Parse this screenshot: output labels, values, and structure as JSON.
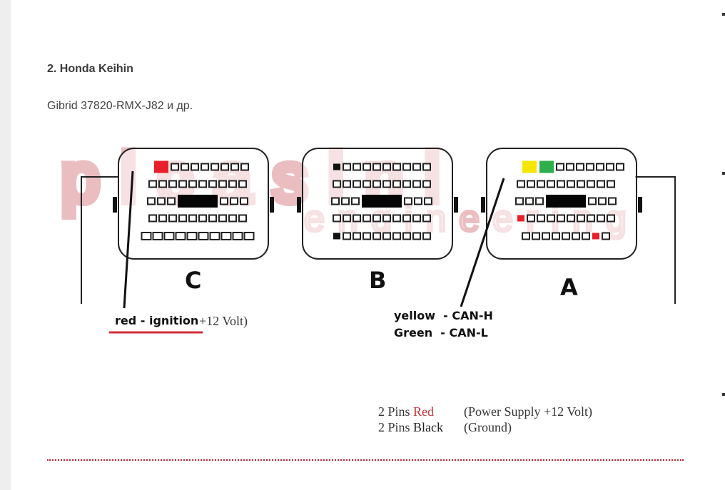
{
  "article": {
    "heading": "2. Honda Keihin",
    "subtitle": "Gibrid 37820-RMX-J82 и др."
  },
  "diagram": {
    "watermark": {
      "main": "picasini",
      "sub": "engineering",
      "color": "#e3a9ad"
    },
    "connectors": [
      {
        "id": "C",
        "label": "C",
        "rows": [
          {
            "pins": 9,
            "highlights": {
              "0": "red"
            }
          },
          {
            "pins": 10,
            "highlights": {}
          },
          {
            "pins": 6,
            "block_after": 3,
            "highlights": {}
          },
          {
            "pins": 10,
            "highlights": {}
          },
          {
            "pins": 10,
            "large": true,
            "highlights": {}
          }
        ]
      },
      {
        "id": "B",
        "label": "B",
        "rows": [
          {
            "pins": 10,
            "highlights": {
              "0": "black"
            }
          },
          {
            "pins": 10,
            "highlights": {}
          },
          {
            "pins": 6,
            "block_after": 3,
            "highlights": {}
          },
          {
            "pins": 10,
            "highlights": {}
          },
          {
            "pins": 10,
            "highlights": {
              "0": "black"
            }
          }
        ]
      },
      {
        "id": "A",
        "label": "A",
        "rows": [
          {
            "pins": 9,
            "highlights": {
              "0": "yellow",
              "1": "green"
            }
          },
          {
            "pins": 10,
            "highlights": {}
          },
          {
            "pins": 6,
            "block_after": 3,
            "highlights": {}
          },
          {
            "pins": 10,
            "highlights": {
              "0": "red"
            }
          },
          {
            "pins": 9,
            "highlights": {
              "7": "red"
            }
          }
        ]
      }
    ],
    "pin_colors": {
      "red": "#e8202a",
      "black": "#111111",
      "yellow": "#f5e600",
      "green": "#2db04b"
    },
    "callouts": {
      "ignition": {
        "label": "red - ignition",
        "suffix": "+12 Volt)",
        "underline_color": "#d32f3a"
      },
      "can_h": "yellow  - CAN-H",
      "can_l": "Green  - CAN-L"
    },
    "legend": [
      {
        "prefix": "2 Pins",
        "color_word": "Red",
        "color_hex": "#c0323a",
        "desc": "(Power Supply +12 Volt)"
      },
      {
        "prefix": "2 Pins",
        "color_word": "Black",
        "color_hex": "#222222",
        "desc": "(Ground)"
      }
    ]
  },
  "separator_color": "#b8222c"
}
